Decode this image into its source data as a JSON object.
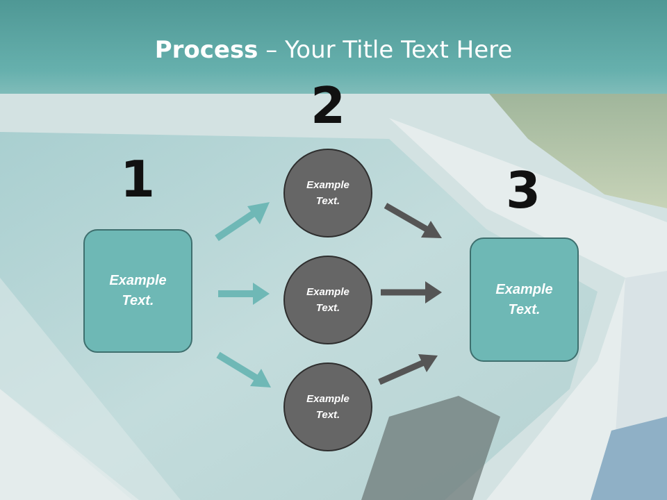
{
  "slide": {
    "title_bold": "Process",
    "title_rest": " – Your Title Text Here"
  },
  "steps": {
    "one": {
      "number": "1",
      "text": "Example Text."
    },
    "two": {
      "number": "2"
    },
    "three": {
      "number": "3",
      "text": "Example Text."
    }
  },
  "circles": [
    {
      "text": "Example Text."
    },
    {
      "text": "Example Text."
    },
    {
      "text": "Example Text."
    }
  ],
  "colors": {
    "teal_box": "#6eb8b5",
    "circle_fill": "#666666",
    "teal_arrow": "#6fb8b6",
    "gray_arrow": "#555555"
  }
}
